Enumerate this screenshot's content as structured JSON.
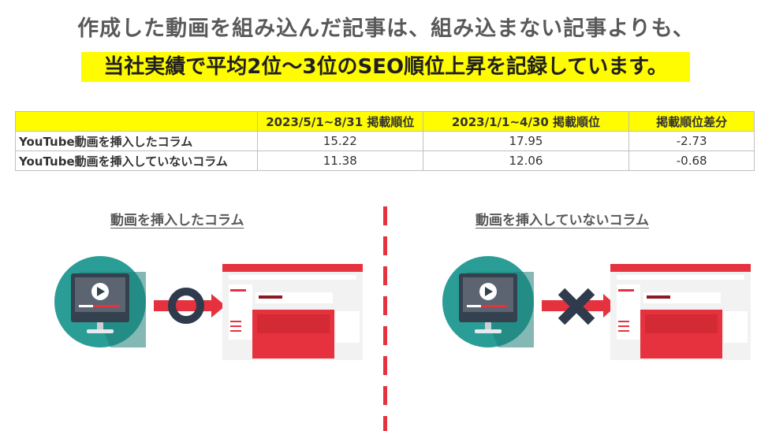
{
  "headline": {
    "line1": "作成した動画を組み込んだ記事は、組み込まない記事よりも、",
    "line2": "当社実績で平均2位～3位のSEO順位上昇を記録しています。"
  },
  "table": {
    "headers": [
      "",
      "2023/5/1~8/31 掲載順位",
      "2023/1/1~4/30 掲載順位",
      "掲載順位差分"
    ],
    "rows": [
      [
        "YouTube動画を挿入したコラム",
        "15.22",
        "17.95",
        "-2.73"
      ],
      [
        "YouTube動画を挿入していないコラム",
        "11.38",
        "12.06",
        "-0.68"
      ]
    ]
  },
  "left_panel": {
    "title": "動画を挿入したコラム",
    "symbol": "circle-icon"
  },
  "right_panel": {
    "title": "動画を挿入していないコラム",
    "symbol": "cross-icon"
  },
  "colors": {
    "highlight": "#fffb00",
    "accent_red": "#e6323e",
    "teal": "#2a9d96",
    "dark": "#2f3b4c"
  }
}
